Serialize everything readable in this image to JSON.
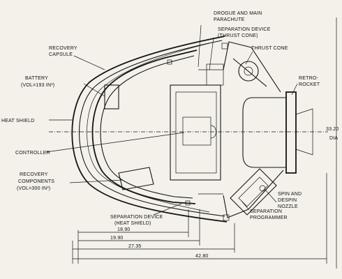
{
  "labels": {
    "drogue_main_parachute": [
      "DROGUE AND MAIN",
      "PARACHUTE"
    ],
    "separation_device_thrust_cone": [
      "SEPARATION DEVICE",
      "(THRUST CONE)"
    ],
    "thrust_cone": "THRUST CONE",
    "recovery_capsule": [
      "RECOVERY",
      "CAPSULE"
    ],
    "battery": [
      "BATTERY",
      "(VOL=193 IN³)"
    ],
    "retro_rocket": [
      "RETRO-",
      "ROCKET"
    ],
    "heat_shield": "HEAT SHIELD",
    "controller": "CONTROLLER",
    "recovery_components": [
      "RECOVERY",
      "COMPONENTS",
      "(VOL=300 IN³)"
    ],
    "spin_despin_nozzle": [
      "SPIN AND",
      "DESPIN",
      "NOZZLE"
    ],
    "separation_programmer": [
      "SEPARATION",
      "PROGRAMMER"
    ],
    "separation_device_heat_shield": [
      "SEPARATION DEVICE",
      "(HEAT SHIELD)"
    ]
  },
  "dimensions": {
    "d1": "18.90",
    "d2": "19.90",
    "d3": "27.35",
    "d4": "42.80",
    "diameter": [
      "33.20",
      "DIA"
    ]
  }
}
